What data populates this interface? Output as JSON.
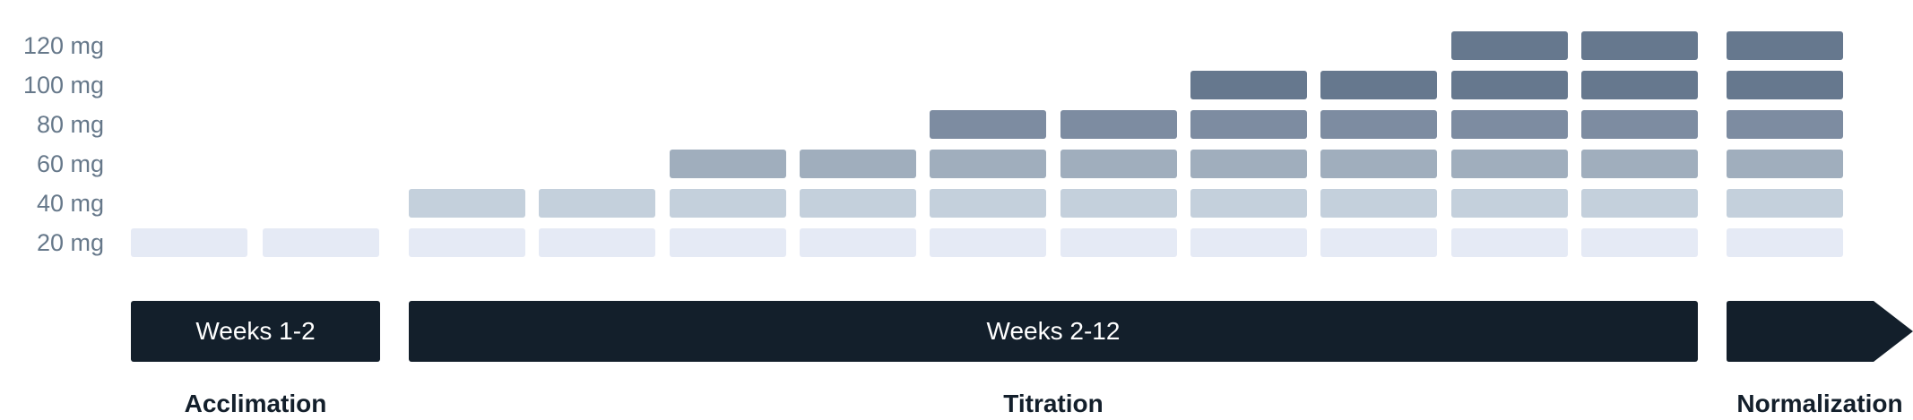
{
  "diagram": {
    "dose_labels": [
      "120 mg",
      "100 mg",
      "80 mg",
      "60 mg",
      "40 mg",
      "20 mg"
    ],
    "dose_steps_mg": [
      20,
      40,
      60,
      80,
      100,
      120
    ],
    "columns": [
      {
        "phase": "acclimation",
        "max_dose_mg": 20
      },
      {
        "phase": "acclimation",
        "max_dose_mg": 20
      },
      {
        "phase": "titration",
        "max_dose_mg": 40
      },
      {
        "phase": "titration",
        "max_dose_mg": 40
      },
      {
        "phase": "titration",
        "max_dose_mg": 60
      },
      {
        "phase": "titration",
        "max_dose_mg": 60
      },
      {
        "phase": "titration",
        "max_dose_mg": 80
      },
      {
        "phase": "titration",
        "max_dose_mg": 80
      },
      {
        "phase": "titration",
        "max_dose_mg": 100
      },
      {
        "phase": "titration",
        "max_dose_mg": 100
      },
      {
        "phase": "titration",
        "max_dose_mg": 120
      },
      {
        "phase": "titration",
        "max_dose_mg": 120
      },
      {
        "phase": "normalization",
        "max_dose_mg": 120
      }
    ],
    "level_colors": [
      "#e5eaf5",
      "#c4d0dc",
      "#a0aebd",
      "#7d8ca1",
      "#66788e",
      "#66788e"
    ],
    "phases": {
      "acclimation": {
        "bar_label": "Weeks 1-2",
        "name": "Acclimation"
      },
      "titration": {
        "bar_label": "Weeks 2-12",
        "name": "Titration"
      },
      "normalization": {
        "bar_label": "",
        "name": "Normalization"
      }
    },
    "bar_color": "#131f2b"
  }
}
